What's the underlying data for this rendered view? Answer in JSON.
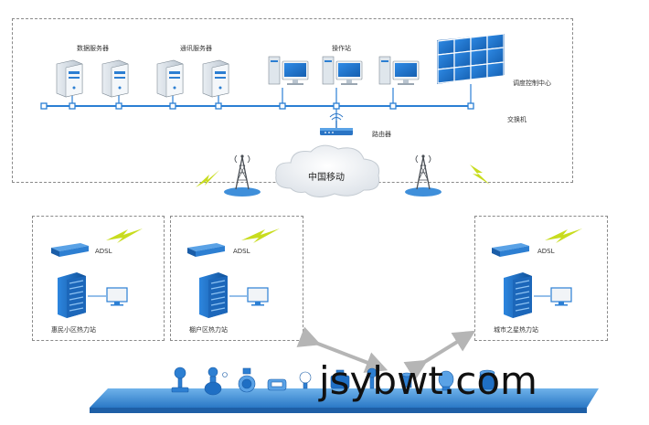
{
  "top": {
    "data_server_label": "数据服务器",
    "comm_server_label": "通讯服务器",
    "workstation_label": "操作站",
    "control_center_label": "调度控制中心",
    "switch_label": "交换机",
    "router_label": "路由器"
  },
  "cloud_label": "中国移动",
  "stations": [
    {
      "adsl_label": "ADSL",
      "name": "惠民小区热力站"
    },
    {
      "adsl_label": "ADSL",
      "name": "棚户区热力站"
    },
    {
      "adsl_label": "ADSL",
      "name": "城市之星热力站"
    }
  ],
  "watermark": "jsybwt.com",
  "colors": {
    "network_line": "#2b7fd4",
    "device_blue": "#1f6fc4",
    "bolt": "#c8dc1e",
    "dashed_border": "#8a8a8a",
    "platform": "#3d8fd6",
    "arrow": "#b5b5b5"
  }
}
